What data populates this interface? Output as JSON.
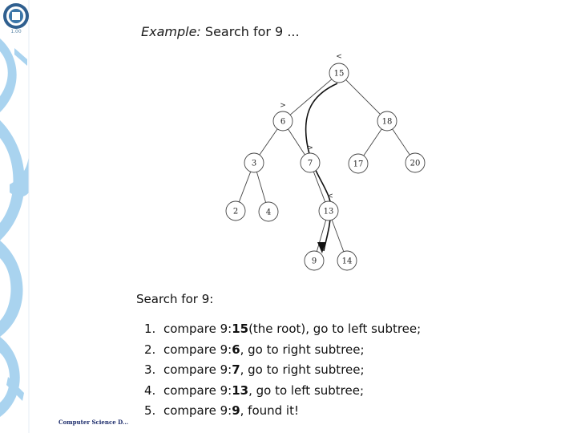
{
  "logo": {
    "icon": "university-seal-icon",
    "caption": "1.00"
  },
  "title": {
    "italic": "Example:",
    "rest": "Search for 9 ..."
  },
  "tree": {
    "nodes": [
      {
        "id": "n15",
        "label": "15"
      },
      {
        "id": "n6",
        "label": "6"
      },
      {
        "id": "n18",
        "label": "18"
      },
      {
        "id": "n3",
        "label": "3"
      },
      {
        "id": "n7",
        "label": "7"
      },
      {
        "id": "n17",
        "label": "17"
      },
      {
        "id": "n20",
        "label": "20"
      },
      {
        "id": "n2",
        "label": "2"
      },
      {
        "id": "n4",
        "label": "4"
      },
      {
        "id": "n13",
        "label": "13"
      },
      {
        "id": "n9",
        "label": "9"
      },
      {
        "id": "n14",
        "label": "14"
      }
    ],
    "comparisons": [
      {
        "at": "n15",
        "symbol": "<"
      },
      {
        "at": "n6",
        "symbol": ">"
      },
      {
        "at": "n7",
        "symbol": ">"
      },
      {
        "at": "n13",
        "symbol": "<"
      }
    ]
  },
  "search": {
    "heading": "Search for 9:",
    "steps": [
      {
        "num": "1.",
        "pre": "compare 9:",
        "bold": "15",
        "post": "(the root), go to left subtree;"
      },
      {
        "num": "2.",
        "pre": "compare 9:",
        "bold": "6",
        "post": ", go to right subtree;"
      },
      {
        "num": "3.",
        "pre": "compare 9:",
        "bold": "7",
        "post": ", go to right subtree;"
      },
      {
        "num": "4.",
        "pre": "compare 9:",
        "bold": "13",
        "post": ", go to left subtree;"
      },
      {
        "num": "5.",
        "pre": "compare 9:",
        "bold": "9",
        "post": ", found it!"
      }
    ]
  },
  "footer": {
    "text": "Computer Science D..."
  },
  "colors": {
    "decor": "#a9d3ef",
    "node_stroke": "#444444",
    "arrow": "#111111"
  }
}
